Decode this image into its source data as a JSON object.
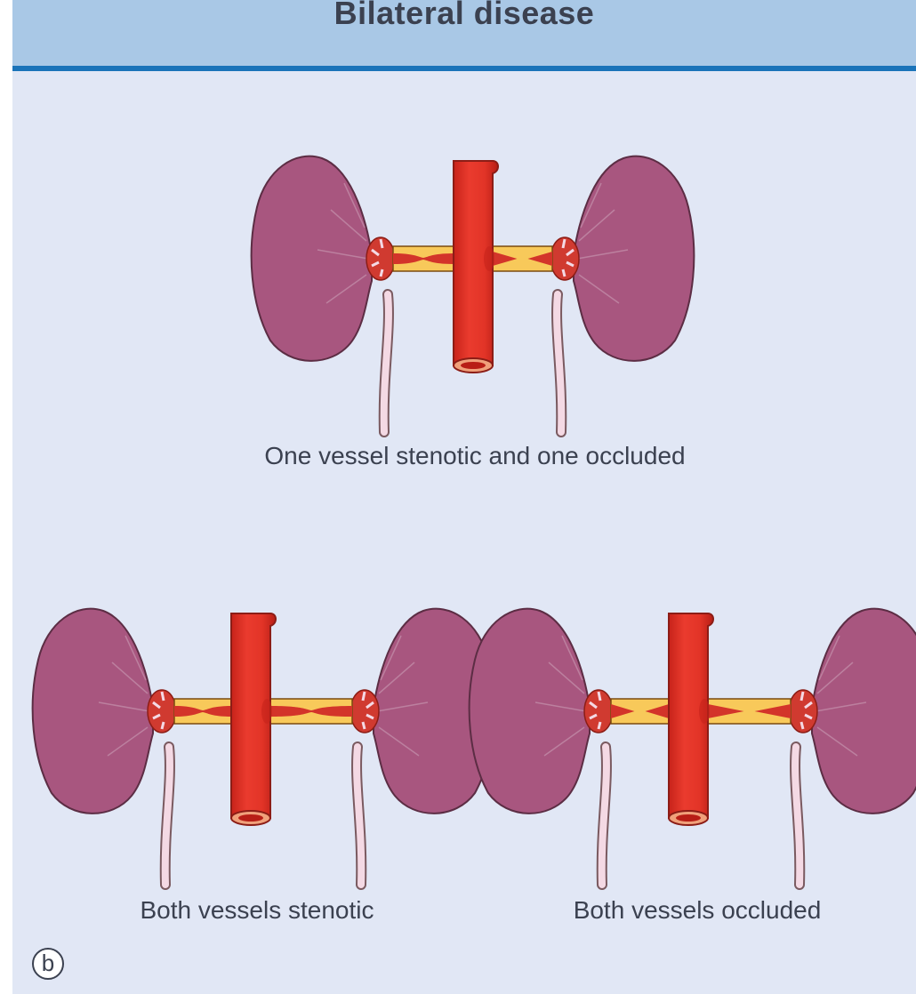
{
  "title": "Bilateral disease",
  "panels": [
    {
      "caption": "One vessel stenotic and one occluded",
      "left_artery": "stenotic",
      "right_artery": "occluded"
    },
    {
      "caption": "Both vessels stenotic",
      "left_artery": "stenotic",
      "right_artery": "stenotic"
    },
    {
      "caption": "Both vessels occluded",
      "left_artery": "occluded",
      "right_artery": "occluded"
    }
  ],
  "panel_label": "b",
  "colors": {
    "header_bg": "#a9c8e6",
    "header_rule": "#1a73b9",
    "figure_bg": "#e1e7f5",
    "kidney": "#a8567f",
    "aorta": "#e5352a",
    "plaque": "#f8c95a"
  }
}
